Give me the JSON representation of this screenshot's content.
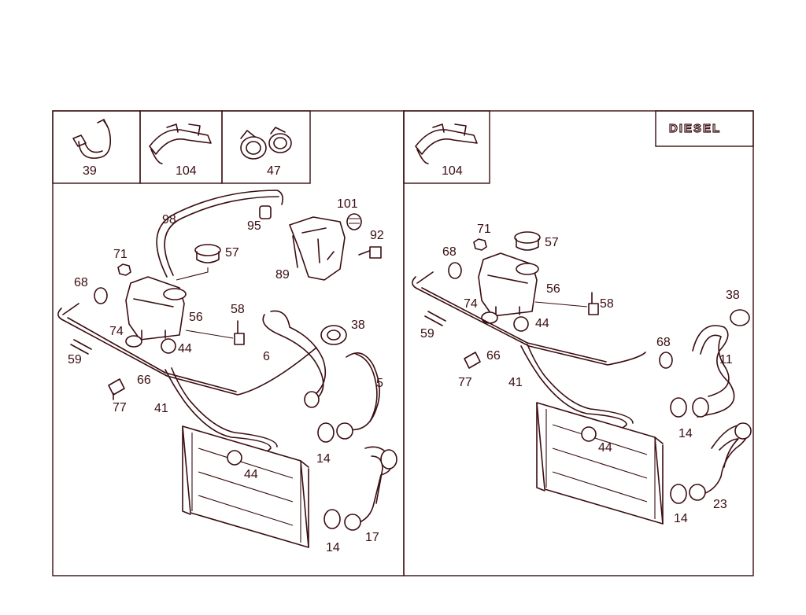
{
  "badge": "DIESEL",
  "left_panel": {
    "inset_labels": [
      "39",
      "104",
      "47"
    ],
    "callouts": {
      "p98": "98",
      "p95": "95",
      "p101": "101",
      "p92": "92",
      "p89": "89",
      "p57": "57",
      "p71": "71",
      "p68": "68",
      "p56": "56",
      "p58": "58",
      "p38": "38",
      "p74": "74",
      "p44a": "44",
      "p6": "6",
      "p59": "59",
      "p66": "66",
      "p5": "5",
      "p77": "77",
      "p41": "41",
      "p14a": "14",
      "p44b": "44",
      "p17": "17",
      "p14b": "14"
    }
  },
  "right_panel": {
    "inset_labels": [
      "104"
    ],
    "callouts": {
      "p71": "71",
      "p57": "57",
      "p68a": "68",
      "p56": "56",
      "p74": "74",
      "p58": "58",
      "p44a": "44",
      "p38": "38",
      "p59": "59",
      "p66": "66",
      "p68b": "68",
      "p11": "11",
      "p77": "77",
      "p41": "41",
      "p14a": "14",
      "p44b": "44",
      "p23": "23",
      "p14b": "14"
    }
  }
}
